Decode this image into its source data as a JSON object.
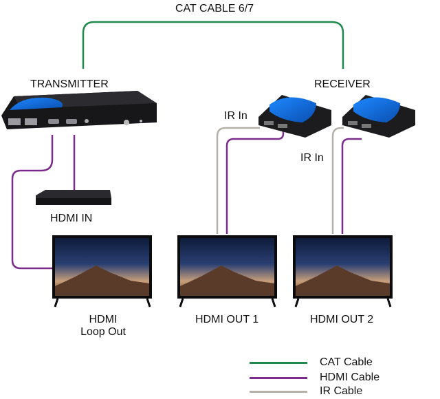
{
  "labels": {
    "cat_cable_title": "CAT CABLE 6/7",
    "transmitter": "TRANSMITTER",
    "receiver": "RECEIVER",
    "ir_in_1": "IR In",
    "ir_in_2": "IR In",
    "hdmi_in": "HDMI IN",
    "hdmi_loop_line1": "HDMI",
    "hdmi_loop_line2": "Loop Out",
    "hdmi_out_1": "HDMI OUT 1",
    "hdmi_out_2": "HDMI OUT 2"
  },
  "legend": [
    {
      "label": "CAT Cable",
      "color": "#1f8a4c"
    },
    {
      "label": "HDMI Cable",
      "color": "#7b2d8b"
    },
    {
      "label": "IR Cable",
      "color": "#b5b0a8"
    }
  ],
  "colors": {
    "cat": "#1f8a4c",
    "hdmi": "#7b2d8b",
    "ir": "#b5b0a8",
    "device_body": "#1c1c1e",
    "device_accent": "#1a6fd6"
  }
}
